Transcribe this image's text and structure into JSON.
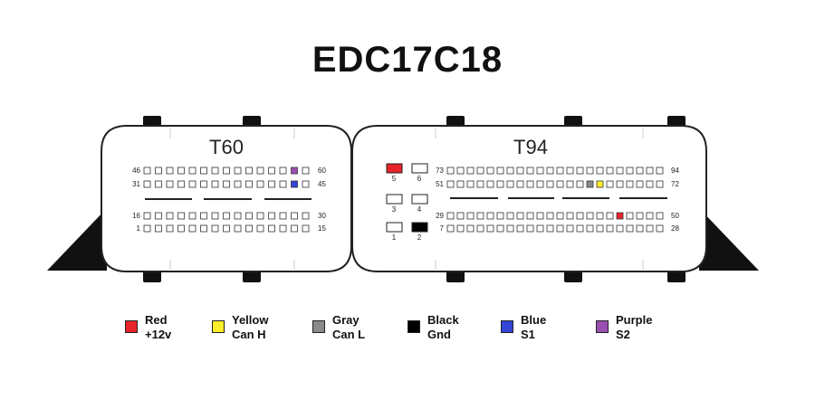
{
  "title": "EDC17C18",
  "connectors": {
    "t60": {
      "label": "T60",
      "rows": [
        {
          "left": "46",
          "right": "60"
        },
        {
          "left": "31",
          "right": "45"
        },
        {
          "left": "16",
          "right": "30"
        },
        {
          "left": "1",
          "right": "15"
        }
      ]
    },
    "t94": {
      "label": "T94",
      "rows": [
        {
          "left": "73",
          "right": "94"
        },
        {
          "left": "51",
          "right": "72"
        },
        {
          "left": "29",
          "right": "50"
        },
        {
          "left": "7",
          "right": "28"
        }
      ],
      "aux_pins": [
        "5",
        "6",
        "3",
        "4",
        "1",
        "2"
      ]
    }
  },
  "colors": {
    "red": "#e8232a",
    "yellow": "#ffee2a",
    "gray": "#8a8a8a",
    "black": "#000000",
    "blue": "#3445d6",
    "purple": "#9b4fb0"
  },
  "legend": [
    {
      "color": "#e8232a",
      "line1": "Red",
      "line2": "+12v"
    },
    {
      "color": "#ffee2a",
      "line1": "Yellow",
      "line2": "Can H"
    },
    {
      "color": "#8a8a8a",
      "line1": "Gray",
      "line2": "Can L"
    },
    {
      "color": "#000000",
      "line1": "Black",
      "line2": "Gnd"
    },
    {
      "color": "#3445d6",
      "line1": "Blue",
      "line2": "S1"
    },
    {
      "color": "#9b4fb0",
      "line1": "Purple",
      "line2": "S2"
    }
  ]
}
